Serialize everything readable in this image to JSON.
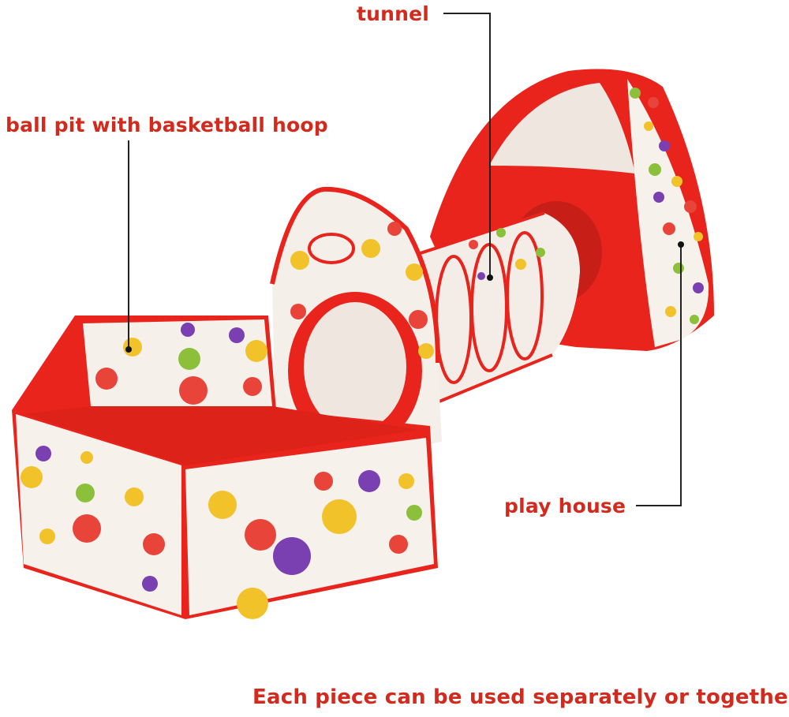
{
  "labels": {
    "tunnel": "tunnel",
    "ball_pit": "ball pit with basketball hoop",
    "play_house": "play house",
    "caption": "Each piece can be used separately or together"
  },
  "colors": {
    "accent_red": "#d32a1e",
    "tent_red": "#e8241c",
    "mesh": "#f4eeea",
    "polka_yellow": "#f2c22b",
    "polka_purple": "#7a3fb0",
    "polka_red": "#e8443a",
    "polka_green": "#8cbf3a"
  }
}
